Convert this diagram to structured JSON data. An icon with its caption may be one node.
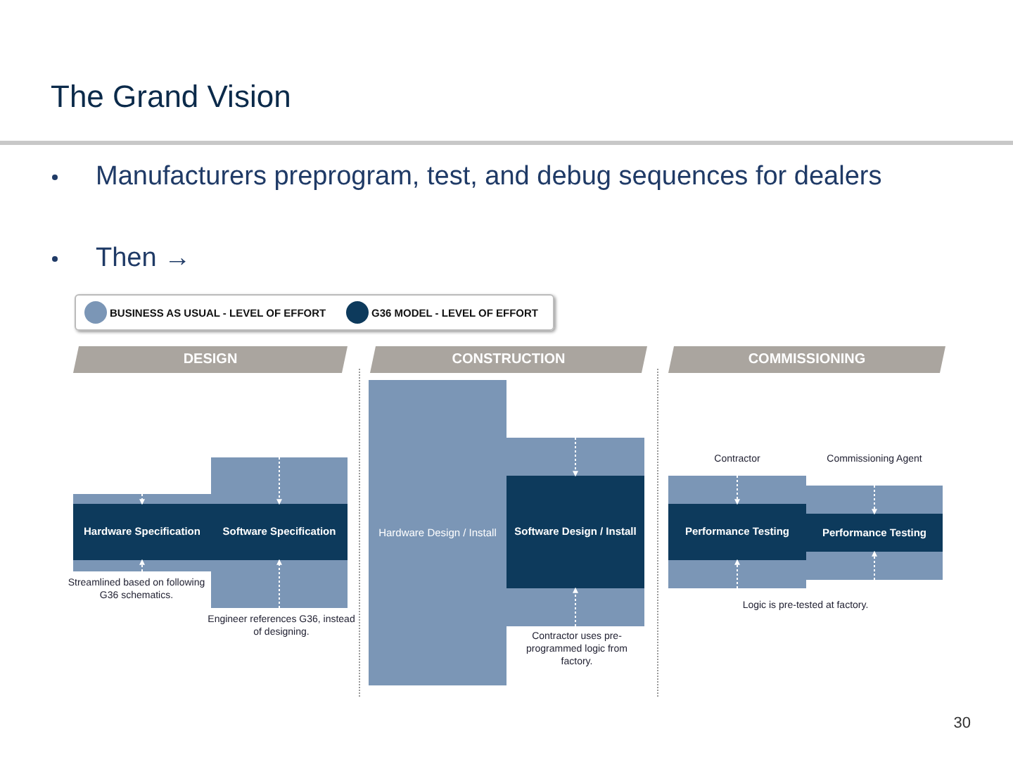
{
  "diagram": {
    "title": "The Grand Vision",
    "nodes": [
      {
        "text": [
          "DESIGN"
        ]
      },
      {
        "text": [
          "CONSTRUCTION"
        ]
      },
      {
        "text": [
          "COMMISSIONING"
        ]
      },
      {
        "text": [],
        "shape": "bar",
        "beside": [
          "Streamlined based on following G36 schematics."
        ]
      },
      {
        "text": [
          "Hardware Specification"
        ],
        "in": 3
      },
      {
        "text": [],
        "shape": "bar",
        "beside": [
          "Engineer references G36, instead of designing."
        ]
      },
      {
        "text": [
          "Software Specification"
        ],
        "in": 5
      },
      {
        "text": [
          "Hardware Design / Install"
        ]
      },
      {
        "text": [],
        "shape": "bar",
        "beside": [
          "Contractor uses pre-programmed logic from factory."
        ]
      },
      {
        "text": [
          "Software Design / Install"
        ],
        "in": 8
      },
      {
        "text": [],
        "shape": "bar",
        "beside": [
          "Contractor"
        ]
      },
      {
        "text": [
          "Performance Testing"
        ],
        "in": 10
      },
      {
        "text": [],
        "shape": "bar",
        "beside": [
          "Commissioning Agent"
        ]
      },
      {
        "text": [
          "Performance Testing"
        ],
        "in": 12
      }
    ],
    "edges": [
      {
        "from": null,
        "to": 4,
        "arrow": "to",
        "style": "dashed"
      },
      {
        "from": null,
        "to": 4,
        "arrow": "to",
        "style": "dashed"
      },
      {
        "from": null,
        "to": 6,
        "arrow": "to",
        "style": "dashed"
      },
      {
        "from": null,
        "to": 6,
        "arrow": "to",
        "style": "dashed"
      },
      {
        "from": null,
        "to": 9,
        "arrow": "to",
        "style": "dashed"
      },
      {
        "from": null,
        "to": 9,
        "arrow": "to",
        "style": "dashed"
      },
      {
        "from": null,
        "to": 11,
        "arrow": "to",
        "style": "dashed"
      },
      {
        "from": null,
        "to": 11,
        "arrow": "to",
        "style": "dashed"
      },
      {
        "from": null,
        "to": 13,
        "arrow": "to",
        "style": "dashed"
      },
      {
        "from": null,
        "to": 13,
        "arrow": "to",
        "style": "dashed"
      }
    ],
    "labels": [
      "Manufacturers preprogram, test, and debug sequences for dealers",
      "Then →",
      "Logic is pre-tested at factory.",
      "30"
    ],
    "legend": [
      {
        "text": "BUSINESS AS USUAL - LEVEL OF EFFORT",
        "color": "#7b96b6"
      },
      {
        "text": "G36 MODEL - LEVEL OF EFFORT",
        "color": "#0d3a5c"
      }
    ]
  }
}
